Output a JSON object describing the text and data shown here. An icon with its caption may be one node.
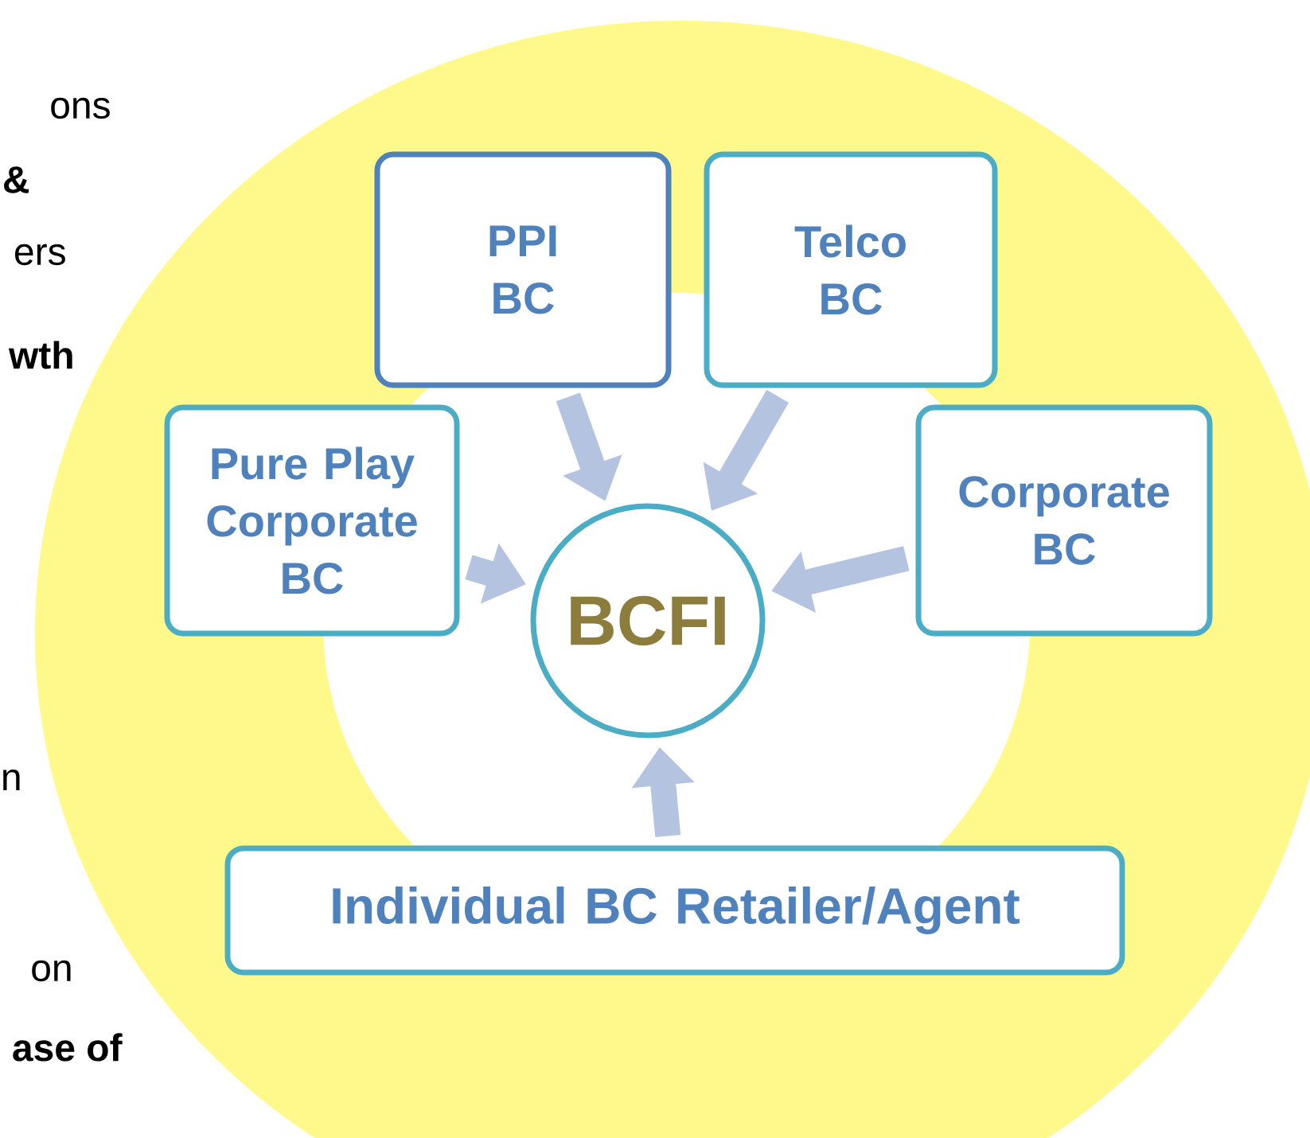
{
  "diagram": {
    "nodes": [
      {
        "text": [
          "PPI BC"
        ]
      },
      {
        "text": [
          "Telco BC"
        ]
      },
      {
        "text": [
          "Pure Play Corporate BC"
        ]
      },
      {
        "text": [
          "BCFI"
        ]
      },
      {
        "text": [
          "Corporate BC"
        ]
      },
      {
        "text": [
          "Individual BC Retailer/Agent"
        ]
      }
    ],
    "edges": [
      {
        "from": 0,
        "to": 3,
        "arrow": "to"
      },
      {
        "from": 1,
        "to": 3,
        "arrow": "to"
      },
      {
        "from": 2,
        "to": 3,
        "arrow": "to"
      },
      {
        "from": 4,
        "to": 3,
        "arrow": "to"
      },
      {
        "from": 5,
        "to": 3,
        "arrow": "to"
      }
    ],
    "labels": [
      "ons",
      "&",
      "ers",
      "wth",
      "n",
      "on",
      "ase of"
    ]
  }
}
